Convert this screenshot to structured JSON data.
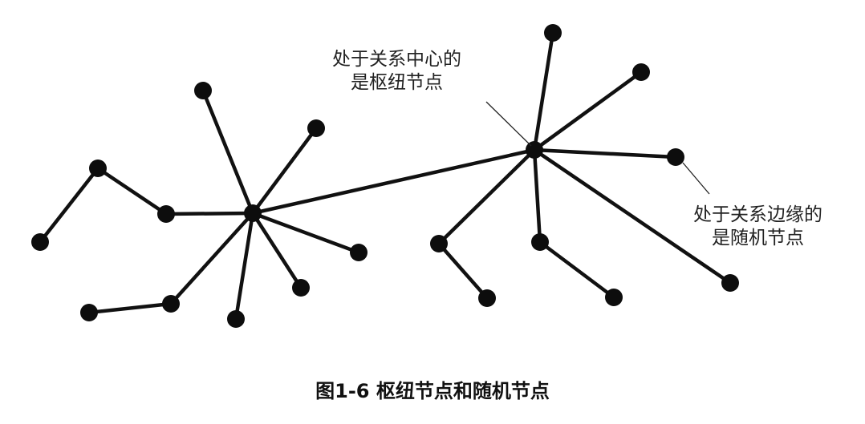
{
  "annotations": {
    "hub": {
      "line1": "处于关系中心的",
      "line2": "是枢纽节点"
    },
    "random": {
      "line1": "处于关系边缘的",
      "line2": "是随机节点"
    }
  },
  "caption": "图1-6 枢纽节点和随机节点",
  "colors": {
    "node": "#0d0d0d",
    "edge": "#111111",
    "text": "#222222",
    "background": "#ffffff"
  }
}
